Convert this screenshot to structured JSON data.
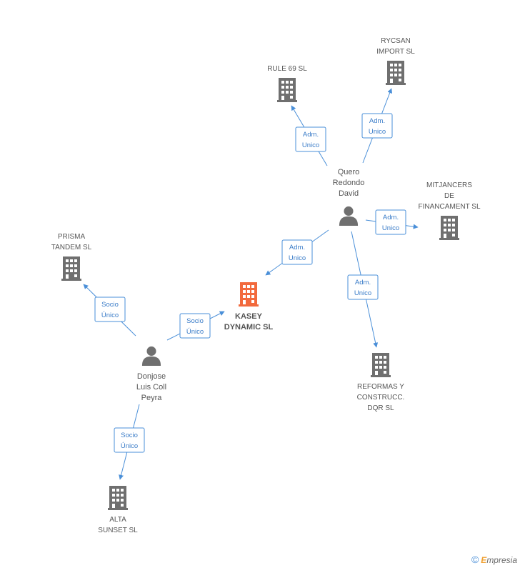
{
  "nodes": [
    {
      "id": "kasey",
      "type": "company",
      "main": true,
      "lines": [
        "KASEY",
        "DYNAMIC SL"
      ]
    },
    {
      "id": "quero",
      "type": "person",
      "lines": [
        "Quero",
        "Redondo",
        "David"
      ]
    },
    {
      "id": "donjose",
      "type": "person",
      "lines": [
        "Donjose",
        "Luis Coll",
        "Peyra"
      ]
    },
    {
      "id": "rule69",
      "type": "company",
      "lines": [
        "RULE 69 SL"
      ]
    },
    {
      "id": "rycsan",
      "type": "company",
      "lines": [
        "RYCSAN",
        "IMPORT  SL"
      ]
    },
    {
      "id": "mitjancers",
      "type": "company",
      "lines": [
        "MITJANCERS",
        "DE",
        "FINANCAMENT SL"
      ]
    },
    {
      "id": "reformas",
      "type": "company",
      "lines": [
        "REFORMAS Y",
        "CONSTRUCC.",
        "DQR  SL"
      ]
    },
    {
      "id": "prisma",
      "type": "company",
      "lines": [
        "PRISMA",
        "TANDEM SL"
      ]
    },
    {
      "id": "alta",
      "type": "company",
      "lines": [
        "ALTA",
        "SUNSET SL"
      ]
    }
  ],
  "edges": [
    {
      "from": "quero",
      "to": "kasey",
      "label": [
        "Adm.",
        "Unico"
      ]
    },
    {
      "from": "quero",
      "to": "rule69",
      "label": [
        "Adm.",
        "Unico"
      ]
    },
    {
      "from": "quero",
      "to": "rycsan",
      "label": [
        "Adm.",
        "Unico"
      ]
    },
    {
      "from": "quero",
      "to": "mitjancers",
      "label": [
        "Adm.",
        "Unico"
      ]
    },
    {
      "from": "quero",
      "to": "reformas",
      "label": [
        "Adm.",
        "Unico"
      ]
    },
    {
      "from": "donjose",
      "to": "kasey",
      "label": [
        "Socio",
        "Único"
      ]
    },
    {
      "from": "donjose",
      "to": "prisma",
      "label": [
        "Socio",
        "Único"
      ]
    },
    {
      "from": "donjose",
      "to": "alta",
      "label": [
        "Socio",
        "Único"
      ]
    }
  ],
  "colors": {
    "edge": "#4a8fd8",
    "node": "#6f6f6f",
    "main_node": "#f26a3d"
  },
  "footer": {
    "copyright": "©",
    "brand_first": "E",
    "brand_rest": "mpresia"
  }
}
